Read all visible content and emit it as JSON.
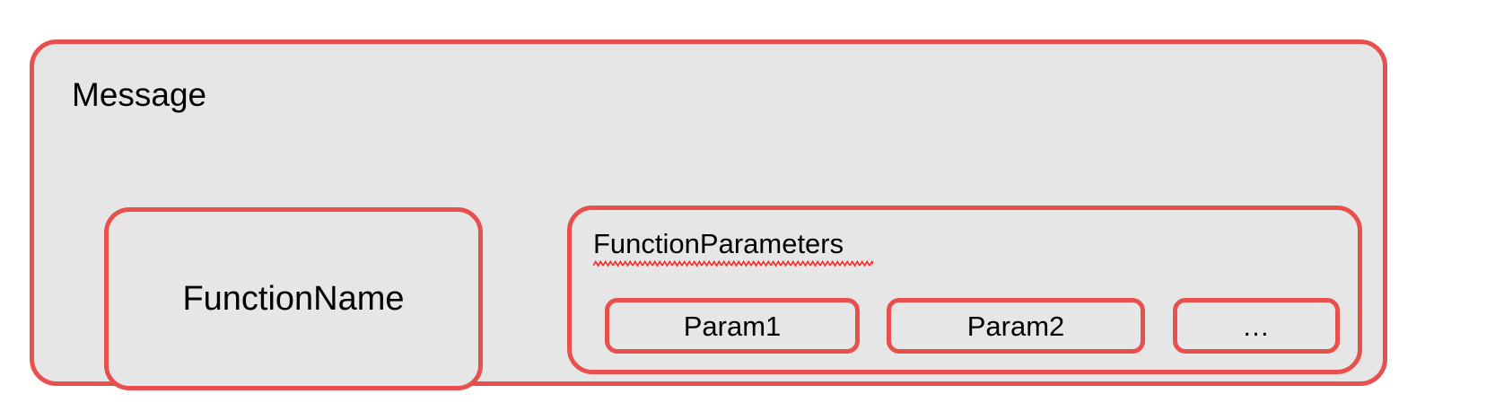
{
  "diagram": {
    "title": "Message",
    "background_color": "#ffffff",
    "box_fill_color": "#e6e6e6",
    "box_border_color": "#e8504e",
    "spellcheck_underline_color": "#ff2020",
    "outer": {
      "label": "Message"
    },
    "function_name": {
      "label": "FunctionName"
    },
    "function_parameters": {
      "label": "FunctionParameters",
      "has_spellcheck_underline": true,
      "params": [
        {
          "label": "Param1"
        },
        {
          "label": "Param2"
        },
        {
          "label": "…"
        }
      ]
    }
  }
}
